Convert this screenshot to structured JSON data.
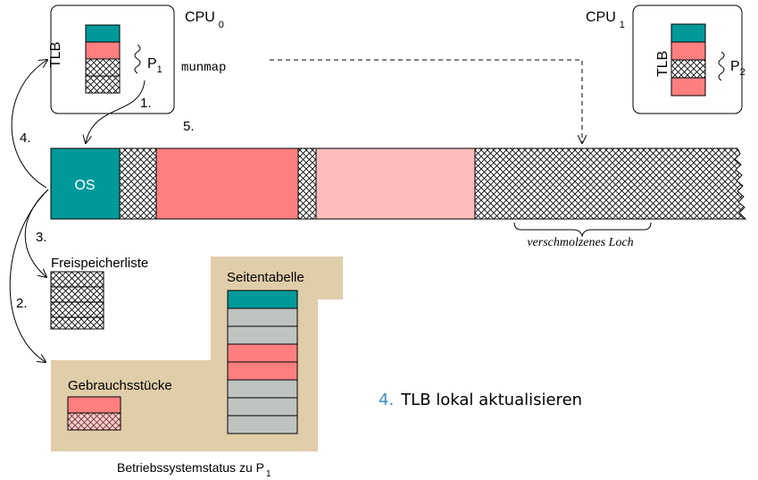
{
  "cpu0": {
    "label": "CPU",
    "sub": "0",
    "tlb_label": "TLB",
    "process": "P",
    "process_sub": "1"
  },
  "cpu1": {
    "label": "CPU",
    "sub": "1",
    "tlb_label": "TLB",
    "process": "P",
    "process_sub": "2"
  },
  "syscall": "munmap",
  "steps": {
    "s1": "1.",
    "s2": "2.",
    "s3": "3.",
    "s4": "4.",
    "s5": "5."
  },
  "memory": {
    "os_label": "OS",
    "hole_label": "verschmolzenes Loch"
  },
  "freelist": {
    "title": "Freispeicherliste"
  },
  "pagetable": {
    "title": "Seitentabelle"
  },
  "used": {
    "title": "Gebrauchsstücke"
  },
  "os_state": {
    "caption": "Betriebssystemstatus zu P",
    "caption_sub": "1"
  },
  "current_step": {
    "number": "4.",
    "text": "TLB lokal aktualisieren"
  },
  "colors": {
    "teal": "#00999a",
    "red": "#fe7f7f",
    "pink": "#febcbc",
    "gray": "#bfc4c0",
    "tan": "#e0cda9",
    "accent": "#3a8cc4"
  }
}
